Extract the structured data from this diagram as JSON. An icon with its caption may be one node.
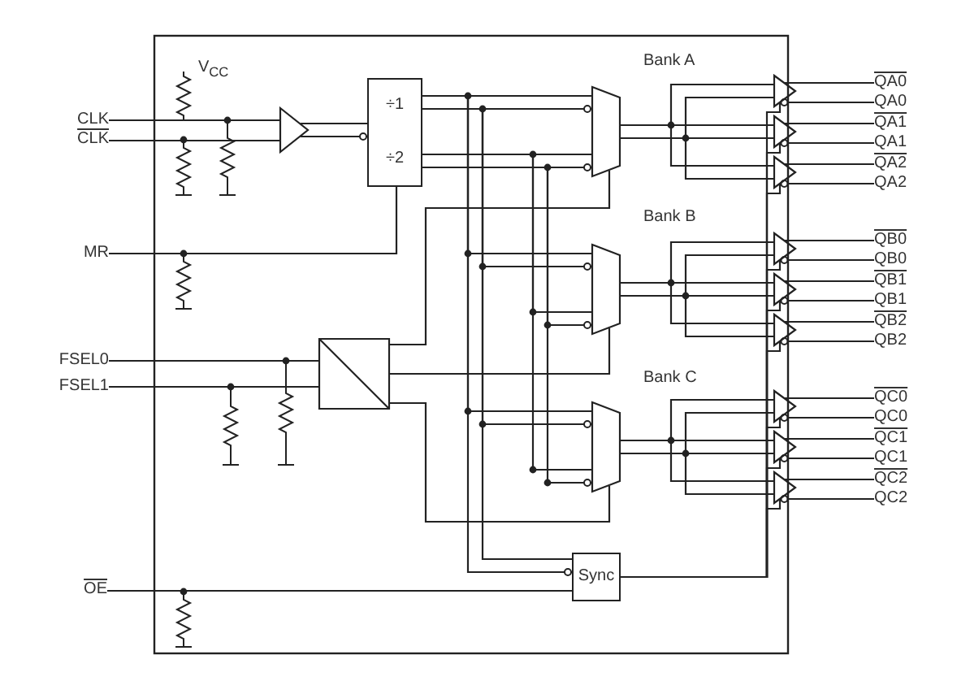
{
  "diagram": {
    "nodes": [
      {
        "text": [
          "CLK"
        ]
      },
      {
        "text": [
          "CLK"
        ]
      },
      {
        "text": [
          "MR"
        ]
      },
      {
        "text": [
          "FSEL0"
        ]
      },
      {
        "text": [
          "FSEL1"
        ]
      },
      {
        "text": [
          "OE"
        ]
      },
      {
        "text": [],
        "shape": "triangle"
      },
      {
        "text": [
          "÷1",
          "÷2"
        ]
      },
      {
        "text": [],
        "shape": "box"
      },
      {
        "text": [],
        "shape": "trapezoid"
      },
      {
        "text": [],
        "shape": "trapezoid"
      },
      {
        "text": [],
        "shape": "trapezoid"
      },
      {
        "text": [],
        "shape": "triangle"
      },
      {
        "text": [],
        "shape": "triangle"
      },
      {
        "text": [],
        "shape": "triangle"
      },
      {
        "text": [],
        "shape": "triangle"
      },
      {
        "text": [],
        "shape": "triangle"
      },
      {
        "text": [],
        "shape": "triangle"
      },
      {
        "text": [],
        "shape": "triangle"
      },
      {
        "text": [],
        "shape": "triangle"
      },
      {
        "text": [],
        "shape": "triangle"
      },
      {
        "text": [
          "Sync"
        ]
      },
      {
        "text": [
          "QA0"
        ]
      },
      {
        "text": [
          "QA0"
        ]
      },
      {
        "text": [
          "QA1"
        ]
      },
      {
        "text": [
          "QA1"
        ]
      },
      {
        "text": [
          "QA2"
        ]
      },
      {
        "text": [
          "QA2"
        ]
      },
      {
        "text": [
          "QB0"
        ]
      },
      {
        "text": [
          "QB0"
        ]
      },
      {
        "text": [
          "QB1"
        ]
      },
      {
        "text": [
          "QB1"
        ]
      },
      {
        "text": [
          "QB2"
        ]
      },
      {
        "text": [
          "QB2"
        ]
      },
      {
        "text": [
          "QC0"
        ]
      },
      {
        "text": [
          "QC0"
        ]
      },
      {
        "text": [
          "QC1"
        ]
      },
      {
        "text": [
          "QC1"
        ]
      },
      {
        "text": [
          "QC2"
        ]
      },
      {
        "text": [
          "QC2"
        ]
      }
    ],
    "edges": [
      {
        "from": 0,
        "to": 6,
        "arrow": "none"
      },
      {
        "from": 1,
        "to": 6,
        "arrow": "none"
      },
      {
        "from": 6,
        "to": 7,
        "arrow": "none"
      },
      {
        "from": 6,
        "to": 7,
        "arrow": "other"
      },
      {
        "from": 2,
        "to": 7,
        "arrow": "none"
      },
      {
        "from": 3,
        "to": 8,
        "arrow": "none"
      },
      {
        "from": 4,
        "to": 8,
        "arrow": "none"
      },
      {
        "from": 7,
        "to": 9,
        "arrow": "none"
      },
      {
        "from": 7,
        "to": 9,
        "arrow": "other"
      },
      {
        "from": 7,
        "to": 9,
        "arrow": "none"
      },
      {
        "from": 7,
        "to": 9,
        "arrow": "other"
      },
      {
        "from": 7,
        "to": 10,
        "arrow": "none"
      },
      {
        "from": 7,
        "to": 10,
        "arrow": "other"
      },
      {
        "from": 7,
        "to": 10,
        "arrow": "none"
      },
      {
        "from": 7,
        "to": 10,
        "arrow": "other"
      },
      {
        "from": 7,
        "to": 11,
        "arrow": "none"
      },
      {
        "from": 7,
        "to": 11,
        "arrow": "other"
      },
      {
        "from": 7,
        "to": 11,
        "arrow": "none"
      },
      {
        "from": 7,
        "to": 11,
        "arrow": "other"
      },
      {
        "from": 8,
        "to": 9,
        "arrow": "none"
      },
      {
        "from": 8,
        "to": 10,
        "arrow": "none"
      },
      {
        "from": 8,
        "to": 11,
        "arrow": "none"
      },
      {
        "from": 9,
        "to": 12,
        "arrow": "none"
      },
      {
        "from": 9,
        "to": 12,
        "arrow": "none"
      },
      {
        "from": 9,
        "to": 13,
        "arrow": "none"
      },
      {
        "from": 9,
        "to": 13,
        "arrow": "none"
      },
      {
        "from": 9,
        "to": 14,
        "arrow": "none"
      },
      {
        "from": 9,
        "to": 14,
        "arrow": "none"
      },
      {
        "from": 10,
        "to": 15,
        "arrow": "none"
      },
      {
        "from": 10,
        "to": 15,
        "arrow": "none"
      },
      {
        "from": 10,
        "to": 16,
        "arrow": "none"
      },
      {
        "from": 10,
        "to": 16,
        "arrow": "none"
      },
      {
        "from": 10,
        "to": 17,
        "arrow": "none"
      },
      {
        "from": 10,
        "to": 17,
        "arrow": "none"
      },
      {
        "from": 11,
        "to": 18,
        "arrow": "none"
      },
      {
        "from": 11,
        "to": 18,
        "arrow": "none"
      },
      {
        "from": 11,
        "to": 19,
        "arrow": "none"
      },
      {
        "from": 11,
        "to": 19,
        "arrow": "none"
      },
      {
        "from": 11,
        "to": 20,
        "arrow": "none"
      },
      {
        "from": 11,
        "to": 20,
        "arrow": "none"
      },
      {
        "from": 22,
        "to": 12,
        "arrow": "none"
      },
      {
        "from": 23,
        "to": 12,
        "arrow": "other"
      },
      {
        "from": 24,
        "to": 13,
        "arrow": "none"
      },
      {
        "from": 25,
        "to": 13,
        "arrow": "other"
      },
      {
        "from": 26,
        "to": 14,
        "arrow": "none"
      },
      {
        "from": 27,
        "to": 14,
        "arrow": "other"
      },
      {
        "from": 28,
        "to": 15,
        "arrow": "none"
      },
      {
        "from": 29,
        "to": 15,
        "arrow": "other"
      },
      {
        "from": 30,
        "to": 16,
        "arrow": "none"
      },
      {
        "from": 31,
        "to": 16,
        "arrow": "other"
      },
      {
        "from": 32,
        "to": 17,
        "arrow": "none"
      },
      {
        "from": 33,
        "to": 17,
        "arrow": "other"
      },
      {
        "from": 34,
        "to": 18,
        "arrow": "none"
      },
      {
        "from": 35,
        "to": 18,
        "arrow": "other"
      },
      {
        "from": 36,
        "to": 19,
        "arrow": "none"
      },
      {
        "from": 37,
        "to": 19,
        "arrow": "other"
      },
      {
        "from": 38,
        "to": 20,
        "arrow": "none"
      },
      {
        "from": 39,
        "to": 20,
        "arrow": "other"
      },
      {
        "from": 7,
        "to": 21,
        "arrow": "other"
      },
      {
        "from": 7,
        "to": 21,
        "arrow": "none"
      },
      {
        "from": 5,
        "to": 21,
        "arrow": "none"
      },
      {
        "from": 21,
        "to": 12,
        "arrow": "none"
      },
      {
        "from": 21,
        "to": 13,
        "arrow": "none"
      },
      {
        "from": 21,
        "to": 14,
        "arrow": "none"
      },
      {
        "from": 21,
        "to": 15,
        "arrow": "none"
      },
      {
        "from": 21,
        "to": 16,
        "arrow": "none"
      },
      {
        "from": 21,
        "to": 17,
        "arrow": "none"
      },
      {
        "from": 21,
        "to": 18,
        "arrow": "none"
      },
      {
        "from": 21,
        "to": 19,
        "arrow": "none"
      },
      {
        "from": 21,
        "to": 20,
        "arrow": "none"
      }
    ],
    "labels": [
      "V$_{CC}$",
      "Bank A",
      "Bank B",
      "Bank C"
    ]
  }
}
